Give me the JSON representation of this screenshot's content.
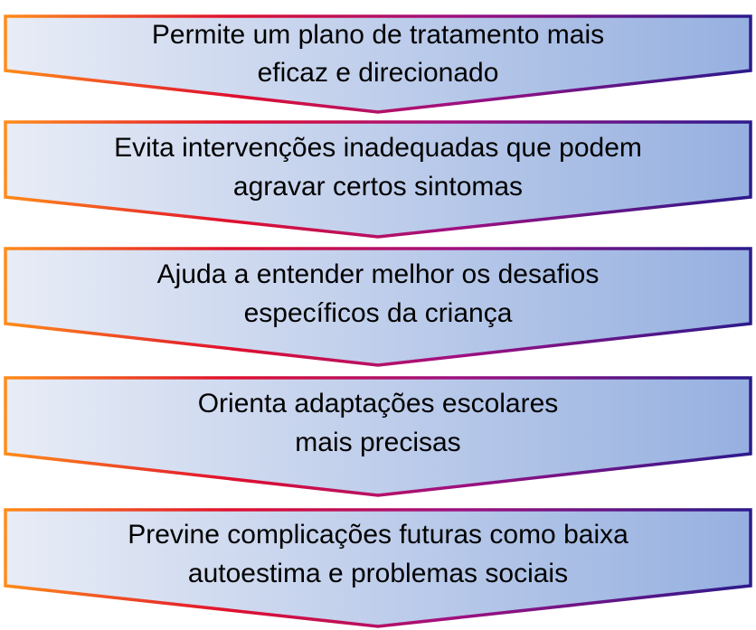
{
  "steps": [
    {
      "lines": [
        "Permite um plano de tratamento mais",
        "eficaz e direcionado"
      ]
    },
    {
      "lines": [
        "Evita intervenções inadequadas que podem",
        "agravar certos sintomas"
      ]
    },
    {
      "lines": [
        "Ajuda a entender melhor os desafios",
        "específicos da criança"
      ]
    },
    {
      "lines": [
        "Orienta adaptações escolares",
        "mais precisas"
      ]
    },
    {
      "lines": [
        "Previne complicações futuras como baixa",
        "autoestima e problemas sociais"
      ]
    }
  ],
  "colors": {
    "fill_start": "#e8ecf6",
    "fill_end": "#96b0e0",
    "stroke_left": "#ff8c1a",
    "stroke_mid": "#e0102e",
    "stroke_mid2": "#a01080",
    "stroke_right": "#2c1a8c",
    "text": "#000000"
  }
}
